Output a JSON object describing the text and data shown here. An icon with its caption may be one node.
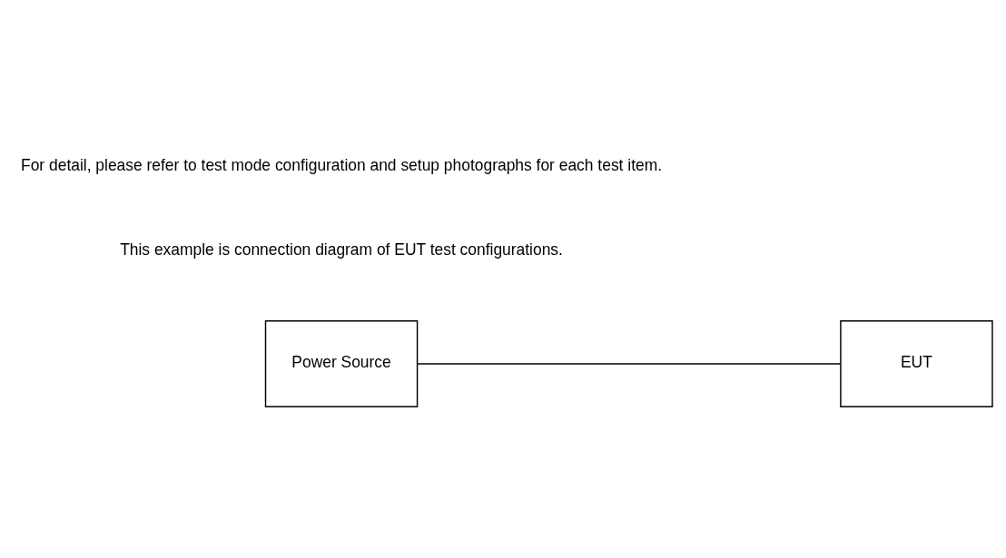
{
  "diagram": {
    "nodes": [
      {
        "text": [
          "Power Source"
        ]
      },
      {
        "text": [
          "EUT"
        ]
      }
    ],
    "edges": [
      {
        "from": 0,
        "to": 1,
        "arrow": "none"
      }
    ],
    "labels": [
      "This example is connection diagram of EUT test configurations.",
      "For detail, please refer to test mode configuration and setup photographs for each test item."
    ]
  }
}
